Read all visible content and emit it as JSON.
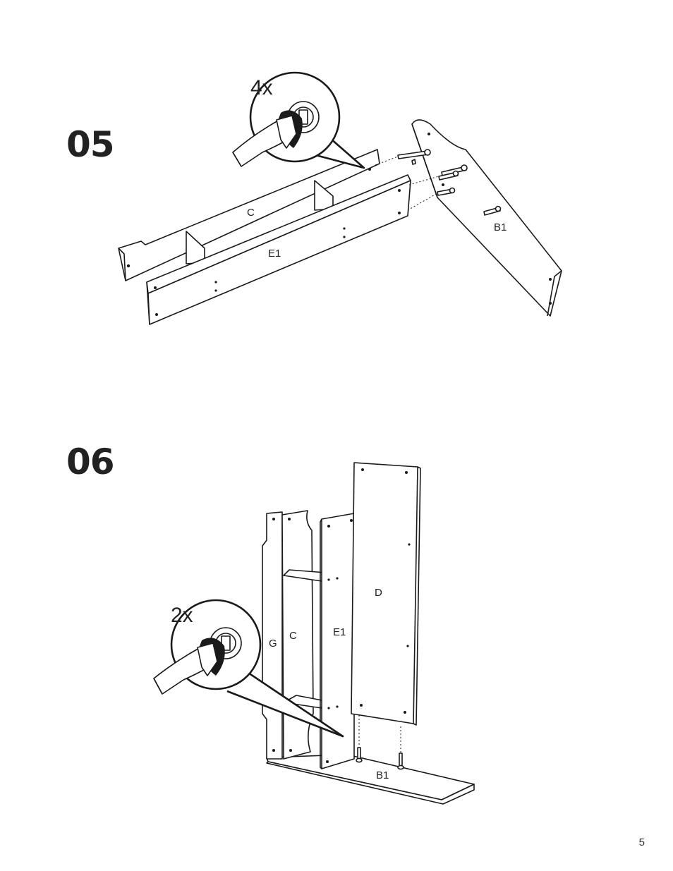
{
  "steps": [
    {
      "number": "05",
      "quantity": "4x",
      "parts": {
        "c": "C",
        "e1": "E1",
        "b1": "B1"
      }
    },
    {
      "number": "06",
      "quantity": "2x",
      "parts": {
        "g": "G",
        "c": "C",
        "e1": "E1",
        "d": "D",
        "b1": "B1"
      }
    }
  ],
  "page_number": "5",
  "icons": [
    "screwdriver-icon",
    "screw-icon",
    "panel-illustration"
  ]
}
